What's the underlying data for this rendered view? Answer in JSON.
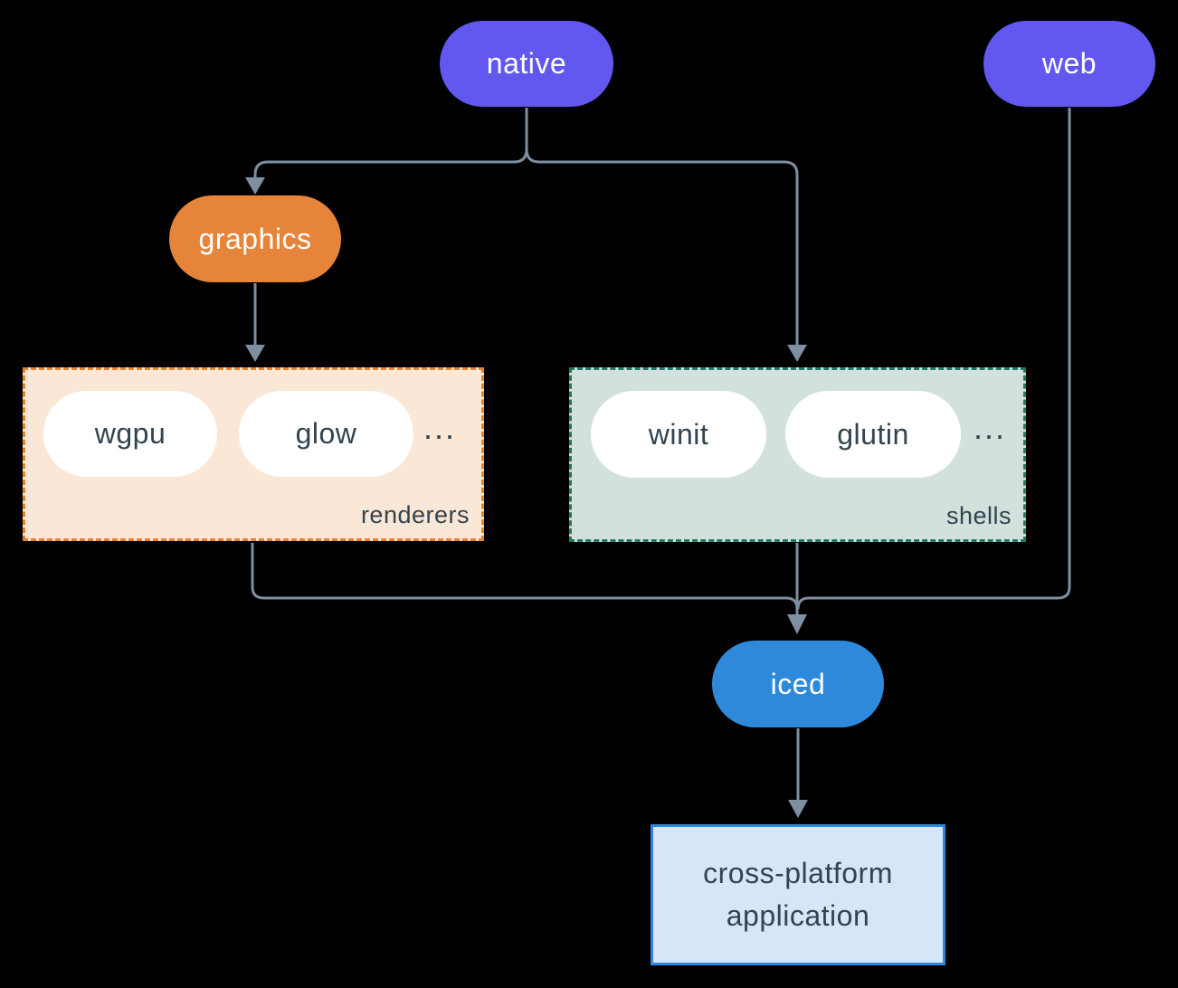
{
  "diagram": {
    "nodes": {
      "native": "native",
      "web": "web",
      "graphics": "graphics",
      "wgpu": "wgpu",
      "glow": "glow",
      "winit": "winit",
      "glutin": "glutin",
      "iced": "iced"
    },
    "groups": {
      "renderers": {
        "label": "renderers",
        "ellipsis": "..."
      },
      "shells": {
        "label": "shells",
        "ellipsis": "..."
      }
    },
    "app_box": {
      "line1": "cross-platform",
      "line2": "application"
    },
    "colors": {
      "node_purple": "#6258EF",
      "node_orange": "#E6843A",
      "node_blue": "#2E89DB",
      "renderers_fill": "#FBE7D6",
      "renderers_border": "#E8822D",
      "shells_fill": "#D2E1DC",
      "shells_border": "#1E7A68",
      "app_fill": "#D4E6F7",
      "app_border": "#2E86DE",
      "text_dark": "#33444F",
      "connector": "#7D8FA1",
      "background": "#000000"
    }
  }
}
